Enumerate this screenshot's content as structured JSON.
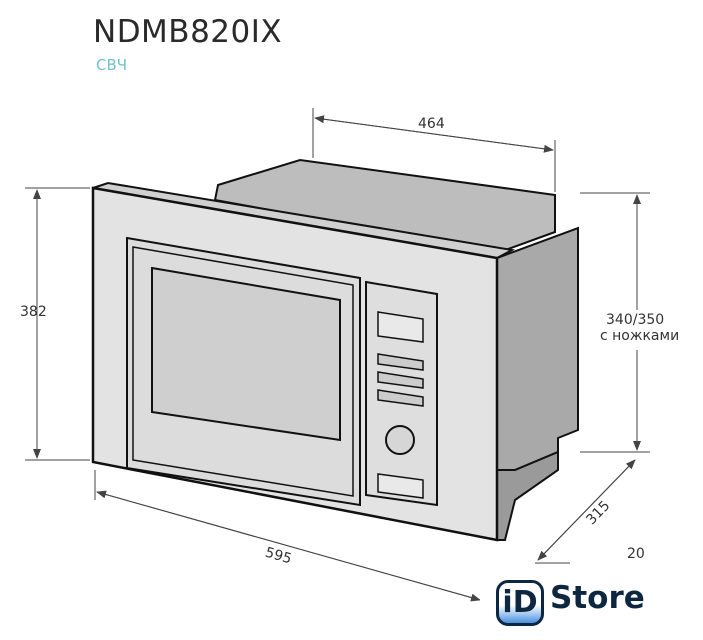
{
  "header": {
    "model": "NDMB820IX",
    "category": "СВЧ"
  },
  "dimensions": {
    "depth_top": "464",
    "height_front": "382",
    "height_body": "340/350",
    "height_body_note": "с ножками",
    "width": "595",
    "depth_side": "315",
    "extra": "20"
  },
  "logo": {
    "mark": "iD",
    "text": "Store"
  }
}
